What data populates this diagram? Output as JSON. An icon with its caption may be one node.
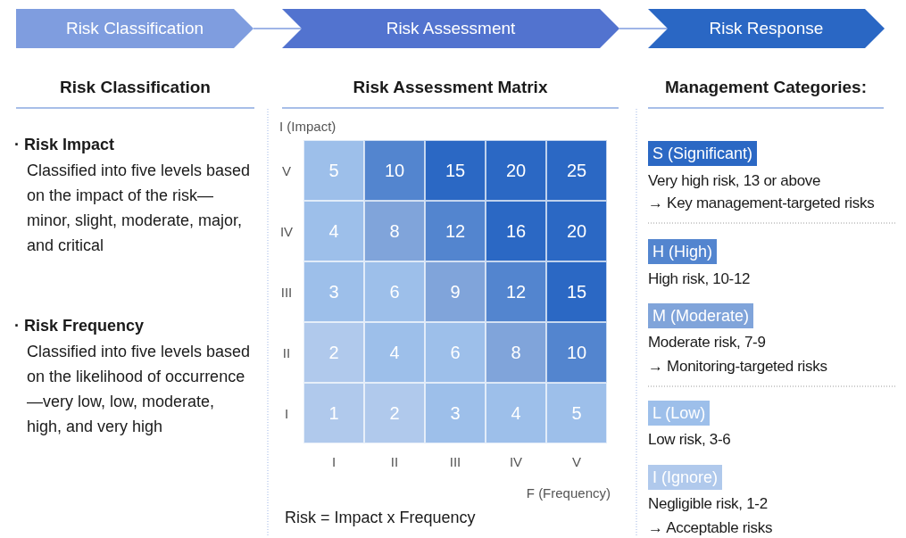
{
  "diagram": {
    "nodes": [
      {
        "text": [
          "Risk Classification"
        ]
      },
      {
        "text": [
          "Risk Assessment"
        ]
      },
      {
        "text": [
          "Risk Response"
        ]
      },
      {
        "text": [
          "S (Significant)"
        ],
        "beside": [
          "Very high risk, 13 or above",
          "→ Key management-targeted risks"
        ]
      },
      {
        "text": [
          "H (High)"
        ],
        "beside": [
          "High risk, 10-12"
        ]
      },
      {
        "text": [
          "M (Moderate)"
        ],
        "beside": [
          "Moderate risk, 7-9",
          "→ Monitoring-targeted risks"
        ]
      },
      {
        "text": [
          "L (Low)"
        ],
        "beside": [
          "Low risk, 3-6"
        ]
      },
      {
        "text": [
          "I (Ignore)"
        ],
        "beside": [
          "Negligible risk, 1-2",
          "→ Acceptable risks"
        ]
      }
    ],
    "edges": [
      {
        "from": 0,
        "to": 1,
        "arrow": "none"
      },
      {
        "from": 1,
        "to": 2,
        "arrow": "none"
      }
    ],
    "labels": [
      "Risk Classification",
      "Risk Assessment Matrix",
      "Management Categories:",
      "· Risk Impact",
      "Classified into five levels based on the impact of the risk—minor, slight, moderate, major, and critical",
      "· Risk Frequency",
      "Classified into five levels based on the likelihood of occurrence—very low, low, moderate, high, and very high",
      "I (Impact)",
      "V",
      "5",
      "10",
      "15",
      "20",
      "25",
      "IV",
      "4",
      "8",
      "12",
      "16",
      "20",
      "III",
      "3",
      "6",
      "9",
      "12",
      "15",
      "II",
      "2",
      "4",
      "6",
      "8",
      "10",
      "I",
      "1",
      "2",
      "3",
      "4",
      "5",
      "I",
      "II",
      "III",
      "IV",
      "V",
      "F (Frequency)",
      "Risk = Impact x Frequency"
    ]
  }
}
